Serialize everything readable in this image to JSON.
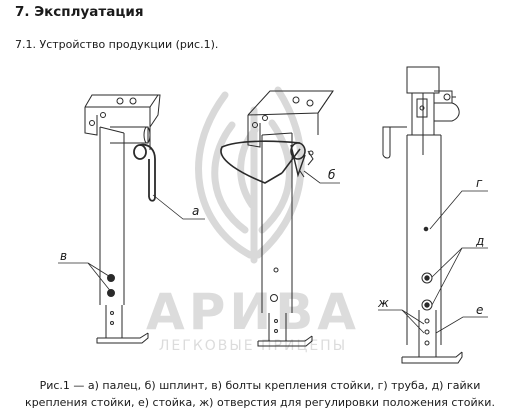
{
  "section": {
    "heading": "7. Эксплуатация",
    "subheading": "7.1. Устройство продукции (рис.1)."
  },
  "watermark": {
    "brand": "АРИВА",
    "tagline": "ЛЕГКОВЫЕ ПРИЦЕПЫ",
    "icon": "leaf-emblem-icon"
  },
  "figure": {
    "callouts": {
      "a": "а",
      "b": "б",
      "v": "в",
      "g": "г",
      "d": "д",
      "e": "е",
      "zh": "ж"
    }
  },
  "caption": {
    "text": "Рис.1 — а) палец, б) шплинт, в) болты крепления стойки, г) труба, д) гайки крепления стойки, е) стойка, ж) отверстия для регулировки положения стойки."
  },
  "colors": {
    "line": "#2a2a2a",
    "watermark": "#d9d9d9"
  }
}
